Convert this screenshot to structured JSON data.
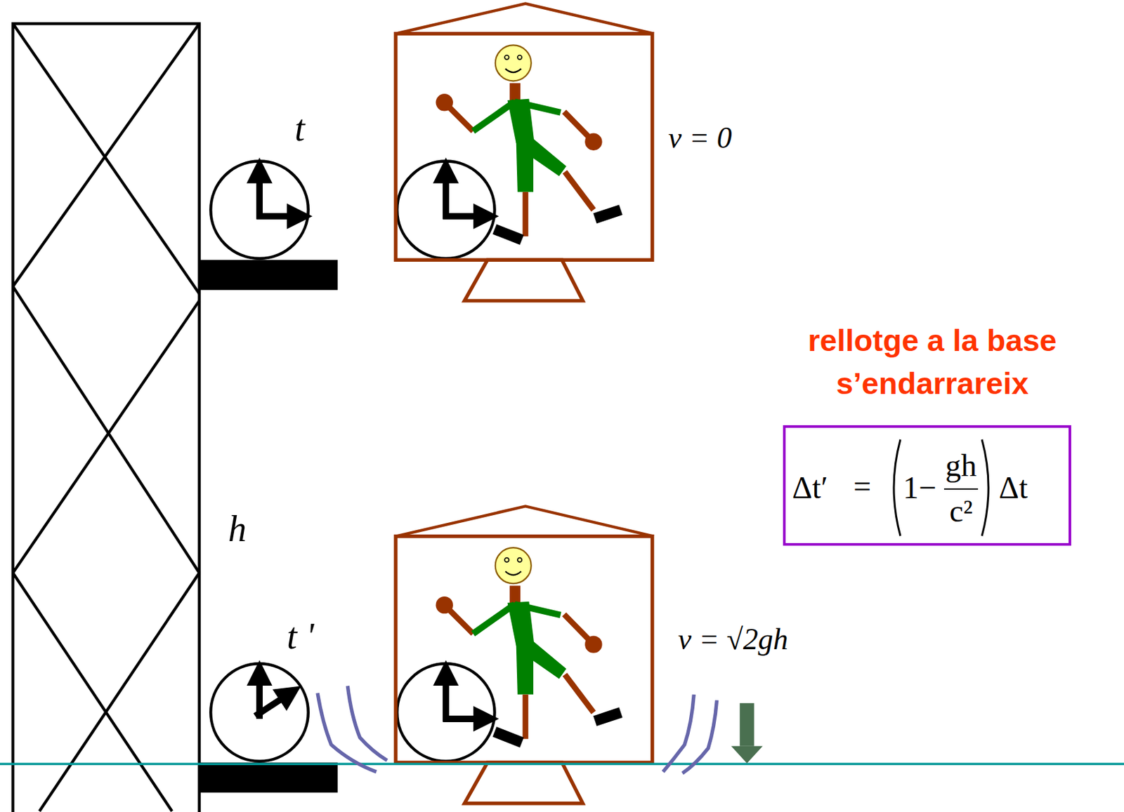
{
  "diagram": {
    "nodes": [
      {
        "text": [
          "Δt′",
          "=",
          "1−",
          "gh",
          "c²",
          "Δt"
        ]
      }
    ],
    "labels": [
      "t",
      "h",
      "t '",
      "v = 0",
      "v = √2gh",
      "rellotge a la base s’endarrareix"
    ]
  }
}
